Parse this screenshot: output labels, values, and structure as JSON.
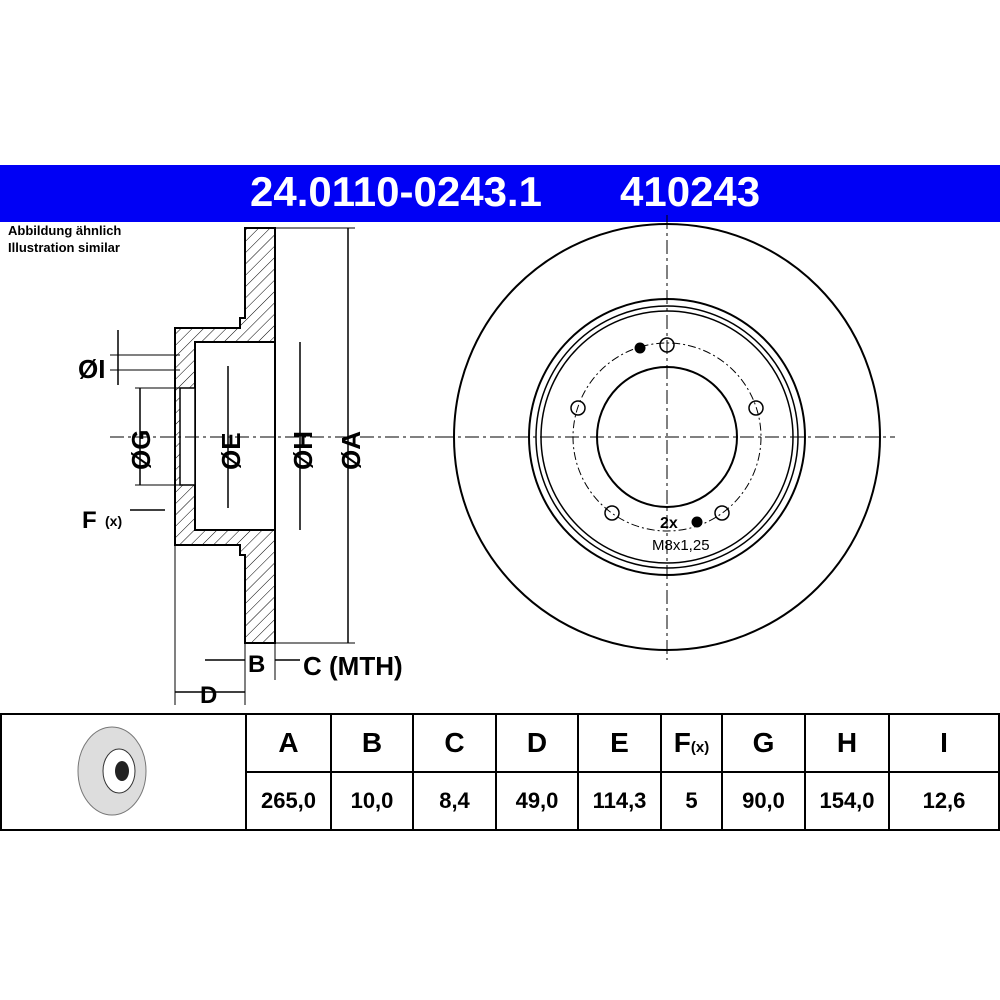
{
  "header": {
    "part_number": "24.0110-0243.1",
    "short_number": "410243",
    "bg_color": "#0000f5"
  },
  "note": {
    "line1": "Abbildung ähnlich",
    "line2": "Illustration similar"
  },
  "drawing_labels": {
    "I": "ØI",
    "G": "ØG",
    "E": "ØE",
    "H": "ØH",
    "A": "ØA",
    "F": "F",
    "Fx": "(x)",
    "B": "B",
    "C": "C (MTH)",
    "D": "D",
    "holes_count": "2x",
    "thread": "M8x1,25"
  },
  "table": {
    "headers": [
      "A",
      "B",
      "C",
      "D",
      "E",
      "F",
      "G",
      "H",
      "I"
    ],
    "f_suffix": "(x)",
    "values": [
      "265,0",
      "10,0",
      "8,4",
      "49,0",
      "114,3",
      "5",
      "90,0",
      "154,0",
      "12,6"
    ]
  }
}
